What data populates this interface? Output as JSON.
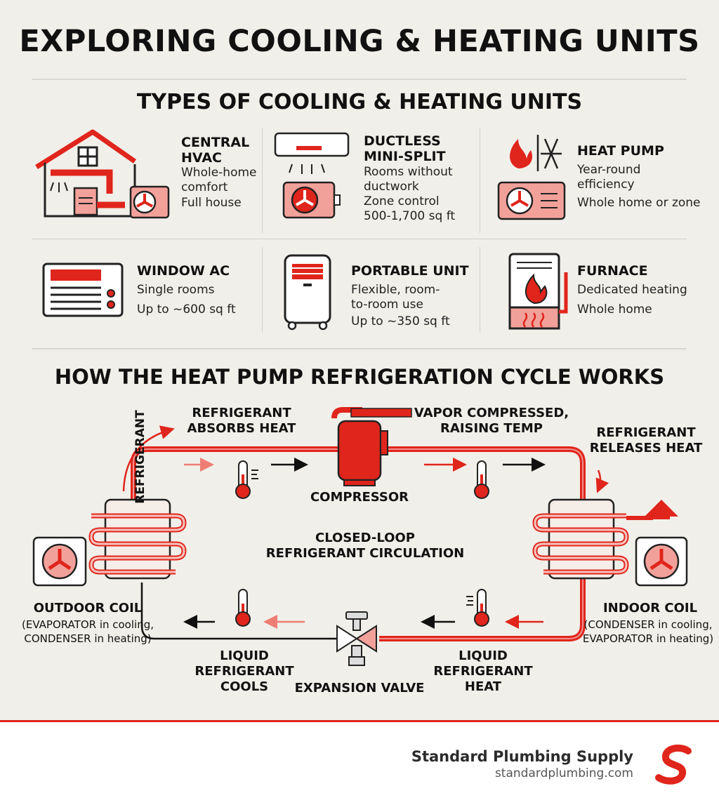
{
  "title": "EXPLORING COOLING & HEATING UNITS",
  "types_section": {
    "heading": "TYPES OF COOLING & HEATING UNITS",
    "cards": [
      {
        "name": "CENTRAL\nHVAC",
        "line1": "Whole-home\ncomfort",
        "line2": "Full house",
        "icon": "house-hvac-icon"
      },
      {
        "name": "DUCTLESS\nMINI-SPLIT",
        "line1": "Rooms without\nductwork",
        "line2": "Zone control\n500-1,700 sq ft",
        "icon": "mini-split-icon"
      },
      {
        "name": "HEAT PUMP",
        "line1": "Year-round\nefficiency",
        "line2": "Whole home or zone",
        "icon": "heat-pump-icon"
      },
      {
        "name": "WINDOW AC",
        "line1": "Single rooms",
        "line2": "Up to ~600 sq ft",
        "icon": "window-ac-icon"
      },
      {
        "name": "PORTABLE UNIT",
        "line1": "Flexible, room-\nto-room use",
        "line2": "Up to ~350 sq ft",
        "icon": "portable-unit-icon"
      },
      {
        "name": "FURNACE",
        "line1": "Dedicated heating",
        "line2": "Whole home",
        "icon": "furnace-icon"
      }
    ]
  },
  "cycle_section": {
    "heading": "HOW THE HEAT PUMP REFRIGERATION CYCLE WORKS",
    "refrigerant": "REFRIGERANT",
    "absorbs": "REFRIGERANT\nABSORBS HEAT",
    "vapor": "VAPOR COMPRESSED,\nRAISING TEMP",
    "releases": "REFRIGERANT\nRELEASES HEAT",
    "compressor": "COMPRESSOR",
    "closed_loop": "CLOSED-LOOP\nREFRIGERANT CIRCULATION",
    "outdoor_coil": "OUTDOOR COIL",
    "outdoor_coil_sub": "(EVAPORATOR in cooling,\nCONDENSER in heating)",
    "indoor_coil": "INDOOR COIL",
    "indoor_coil_sub": "(CONDENSER in cooling,\nEVAPORATOR in heating)",
    "liquid_cools": "LIQUID\nREFRIGERANT\nCOOLS",
    "expansion_valve": "EXPANSION VALVE",
    "liquid_heat": "LIQUID\nREFRIGERANT\nHEAT"
  },
  "footer": {
    "brand": "Standard Plumbing Supply",
    "url": "standardplumbing.com",
    "logo": "s-logo-icon"
  },
  "colors": {
    "accent": "#e0251c",
    "light_accent": "#f2a19a",
    "background": "#f1efe9"
  }
}
